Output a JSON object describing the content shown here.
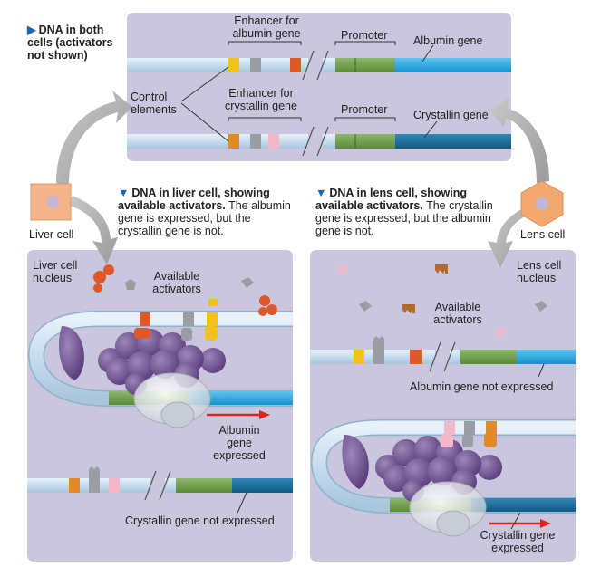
{
  "top": {
    "heading": "DNA in both cells (activators not shown)",
    "enhancer_albumin": "Enhancer for albumin gene",
    "promoter_1": "Promoter",
    "albumin_gene": "Albumin gene",
    "control_elements": "Control elements",
    "enhancer_crystallin": "Enhancer for crystallin gene",
    "promoter_2": "Promoter",
    "crystallin_gene": "Crystallin gene"
  },
  "liver": {
    "heading_bold": "DNA in liver cell, showing available activators.",
    "heading_rest": " The albumin gene is expressed, but the crystallin gene is not.",
    "cell_label": "Liver cell",
    "nucleus_label": "Liver cell nucleus",
    "activators_label": "Available activators",
    "expressed_label": "Albumin gene expressed",
    "not_expressed_label": "Crystallin gene not expressed"
  },
  "lens": {
    "heading_bold": "DNA in lens cell, showing available activators.",
    "heading_rest": " The crystallin gene is expressed, but the albumin gene is not.",
    "cell_label": "Lens cell",
    "nucleus_label": "Lens cell nucleus",
    "activators_label": "Available activators",
    "not_expressed_label": "Albumin gene not expressed",
    "expressed_label": "Crystallin gene expressed"
  },
  "colors": {
    "panel_bg": "#c9c6de",
    "dna": "#cfe3f1",
    "albumin_gene": "#22a7e0",
    "crystallin_gene": "#1a6e9e",
    "promoter": "#6a9a44",
    "yellow": "#f2c21c",
    "orange_enhancer": "#e08a2a",
    "red_enhancer": "#e0582a",
    "pink": "#f5b6c8",
    "gray": "#9a9ea3",
    "arrow_red": "#e0231d"
  }
}
